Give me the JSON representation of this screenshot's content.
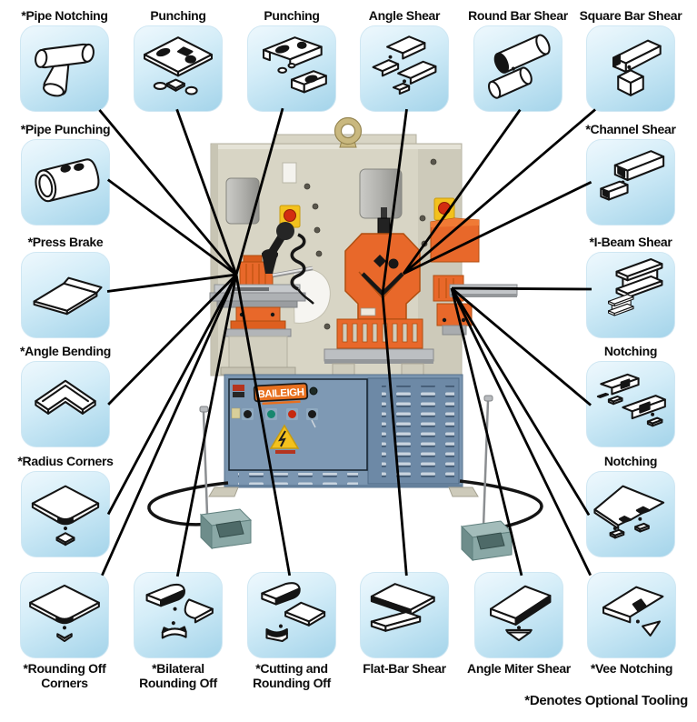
{
  "page": {
    "footnote": "*Denotes Optional Tooling",
    "background": "#ffffff"
  },
  "machine": {
    "name": "ironworker-machine",
    "brand": "BAILEIGH",
    "colors": {
      "body_cream": "#d8d5c5",
      "accent_orange": "#e8682a",
      "cabinet_blue": "#7b96b1",
      "panel_blue": "#6d89a6",
      "pedal_teal": "#93b1ae",
      "eye_brass": "#c9b87f",
      "callout_line": "#000000"
    }
  },
  "tiles": {
    "top": [
      {
        "id": "t0",
        "label": "*Pipe Notching",
        "icon": "pipe-tee",
        "hub": "punch",
        "optional": true
      },
      {
        "id": "t1",
        "label": "Punching",
        "icon": "plate-holes",
        "hub": "punch",
        "optional": false
      },
      {
        "id": "t2",
        "label": "Punching",
        "icon": "channel-holes",
        "hub": "punch",
        "optional": false
      },
      {
        "id": "t3",
        "label": "Angle Shear",
        "icon": "angle-pieces",
        "hub": "vee",
        "optional": false
      },
      {
        "id": "t4",
        "label": "Round Bar Shear",
        "icon": "round-bar",
        "hub": "shear",
        "optional": false
      },
      {
        "id": "t5",
        "label": "Square Bar Shear",
        "icon": "square-bar",
        "hub": "shear",
        "optional": false
      }
    ],
    "left": [
      {
        "id": "l0",
        "label": "*Pipe Punching",
        "icon": "pipe-holes",
        "hub": "punch",
        "optional": true
      },
      {
        "id": "l1",
        "label": "*Press Brake",
        "icon": "bent-sheet",
        "hub": "punch",
        "optional": true
      },
      {
        "id": "l2",
        "label": "*Angle Bending",
        "icon": "bent-angle",
        "hub": "punch",
        "optional": true
      },
      {
        "id": "l3",
        "label": "*Radius Corners",
        "icon": "radius-corner",
        "hub": "punch",
        "optional": true
      }
    ],
    "right": [
      {
        "id": "r0",
        "label": "*Channel Shear",
        "icon": "channel-cut",
        "hub": "shear",
        "optional": true
      },
      {
        "id": "r1",
        "label": "*I-Beam Shear",
        "icon": "ibeam-cut",
        "hub": "notch",
        "optional": true
      },
      {
        "id": "r2",
        "label": "Notching",
        "icon": "notch-angle",
        "hub": "notch",
        "optional": false
      },
      {
        "id": "r3",
        "label": "Notching",
        "icon": "notch-plate",
        "hub": "notch",
        "optional": false
      }
    ],
    "bottom": [
      {
        "id": "b0",
        "label": "*Rounding Off\nCorners",
        "icon": "round-corner-plate",
        "hub": "punch",
        "optional": true
      },
      {
        "id": "b1",
        "label": "*Bilateral\nRounding Off",
        "icon": "bilateral-round",
        "hub": "punch",
        "optional": true
      },
      {
        "id": "b2",
        "label": "*Cutting and\nRounding Off",
        "icon": "cut-round",
        "hub": "punch",
        "optional": true
      },
      {
        "id": "b3",
        "label": "Flat-Bar Shear",
        "icon": "flat-bar",
        "hub": "vee",
        "optional": false
      },
      {
        "id": "b4",
        "label": "Angle Miter Shear",
        "icon": "angle-miter",
        "hub": "notch",
        "optional": false
      },
      {
        "id": "b5",
        "label": "*Vee Notching",
        "icon": "vee-notch",
        "hub": "notch",
        "optional": true
      }
    ]
  }
}
